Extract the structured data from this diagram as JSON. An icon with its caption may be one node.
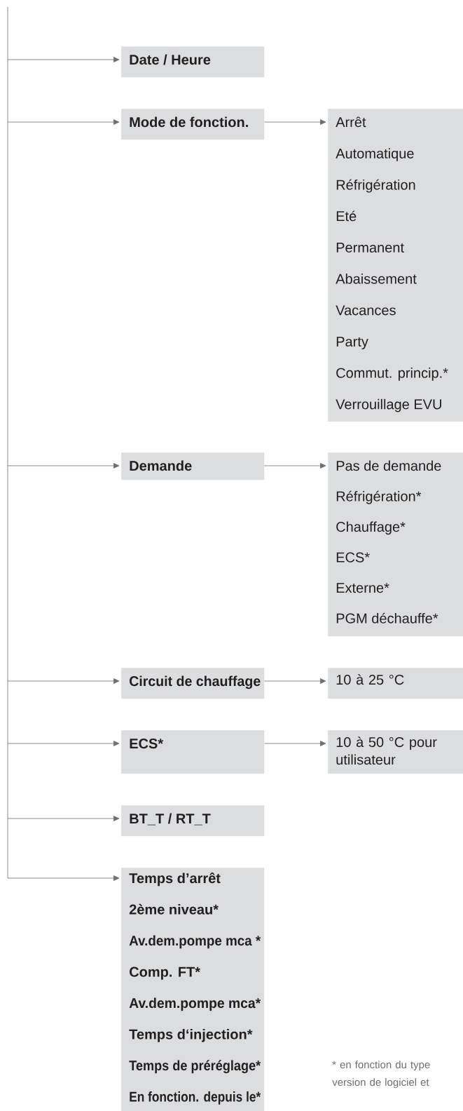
{
  "diagram": {
    "nodes": [
      {
        "text": [
          "Date / Heure"
        ]
      },
      {
        "text": [
          "Mode de fonction."
        ]
      },
      {
        "text": [
          "Arrêt",
          "Automatique",
          "Réfrigération",
          "Eté",
          "Permanent",
          "Abaissement",
          "Vacances",
          "Party",
          "Commut. princip.*",
          "Verrouillage EVU"
        ]
      },
      {
        "text": [
          "Demande"
        ]
      },
      {
        "text": [
          "Pas de demande",
          "Réfrigération*",
          "Chauffage*",
          "ECS*",
          "Externe*",
          "PGM déchauffe*"
        ]
      },
      {
        "text": [
          "Circuit de chauffage"
        ]
      },
      {
        "text": [
          "10 à 25 °C"
        ]
      },
      {
        "text": [
          "ECS*"
        ]
      },
      {
        "text": [
          "10 à 50 °C pour utilisateur"
        ]
      },
      {
        "text": [
          "BT_T / RT_T"
        ]
      },
      {
        "text": [
          "Temps d’arrêt",
          "2ème niveau*",
          "Av.dem.pompe mca *",
          "Comp. FT*",
          "Av.dem.pompe mca*",
          "Temps d‘injection*",
          "Temps de préréglage*",
          "En fonction. depuis le*"
        ]
      }
    ],
    "edges": [
      {
        "from": null,
        "to": 0,
        "arrow": "to"
      },
      {
        "from": null,
        "to": 1,
        "arrow": "to"
      },
      {
        "from": null,
        "to": 3,
        "arrow": "to"
      },
      {
        "from": null,
        "to": 5,
        "arrow": "to"
      },
      {
        "from": null,
        "to": 7,
        "arrow": "to"
      },
      {
        "from": null,
        "to": 9,
        "arrow": "to"
      },
      {
        "from": null,
        "to": 10,
        "arrow": "to"
      },
      {
        "from": 1,
        "to": 2,
        "arrow": "to"
      },
      {
        "from": 3,
        "to": 4,
        "arrow": "to"
      },
      {
        "from": 5,
        "to": 6,
        "arrow": "to"
      },
      {
        "from": 7,
        "to": 8,
        "arrow": "to"
      }
    ],
    "labels": [
      "* en fonction du type version de logiciel et"
    ]
  }
}
